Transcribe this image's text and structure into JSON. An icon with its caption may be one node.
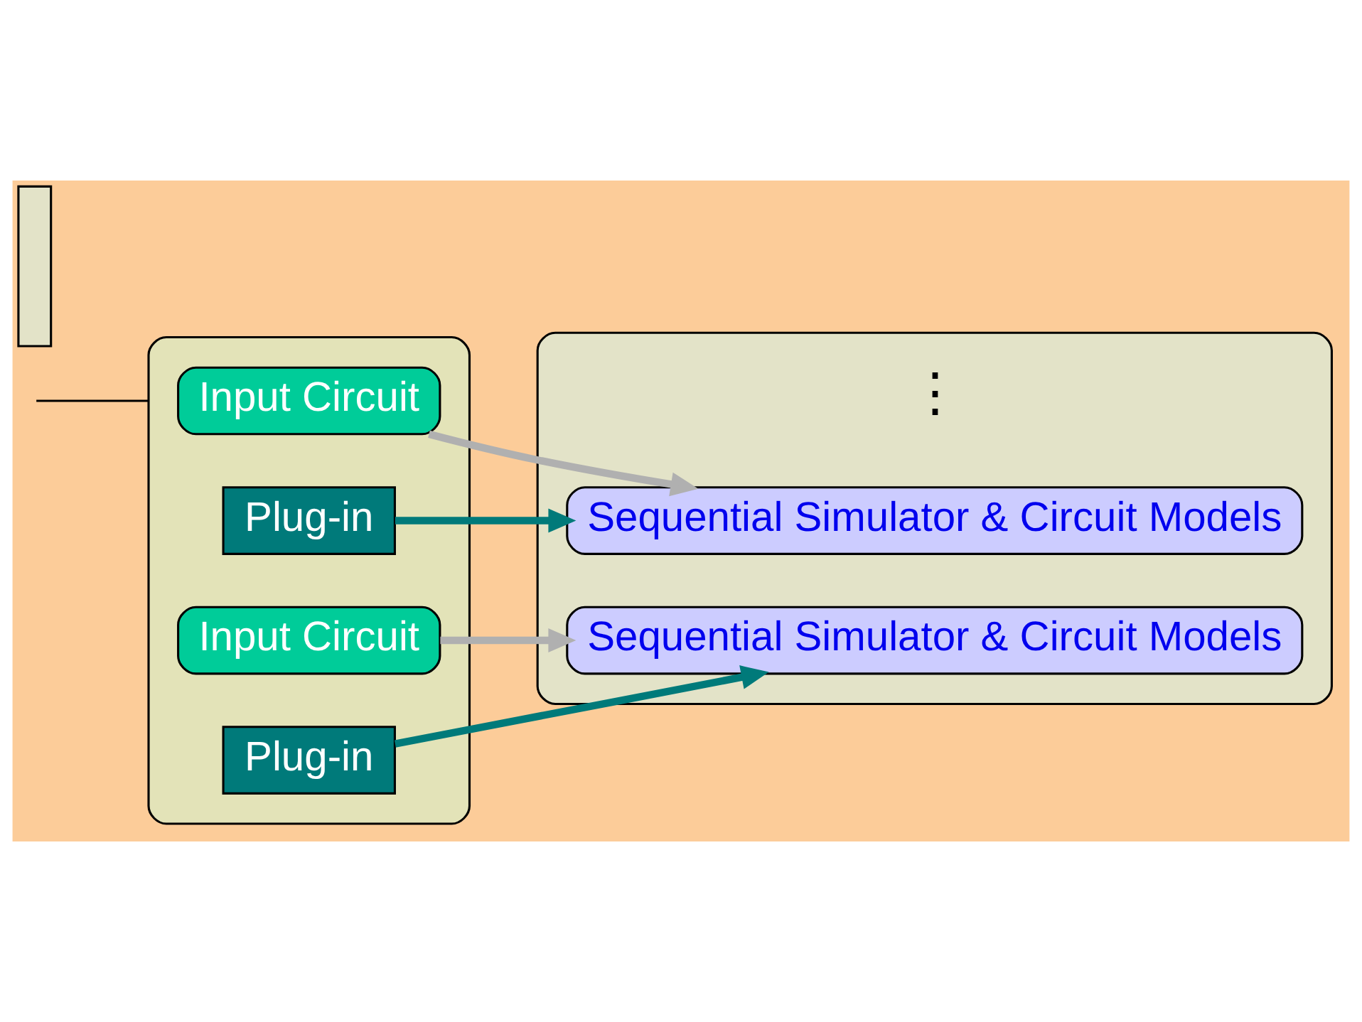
{
  "diagram": {
    "nodes": [
      {
        "text": [],
        "shape": "box"
      },
      {
        "text": [
          "Input Circuit"
        ],
        "in": 0
      },
      {
        "text": [
          "Plug-in"
        ],
        "in": 0
      },
      {
        "text": [
          "Input Circuit"
        ],
        "in": 0
      },
      {
        "text": [
          "Plug-in"
        ],
        "in": 0
      },
      {
        "text": [],
        "shape": "ellipse"
      },
      {
        "text": [
          "Sequential Simulator & Circuit Models"
        ],
        "in": 5
      },
      {
        "text": [
          "Sequential Simulator & Circuit Models"
        ],
        "in": 5
      },
      {
        "text": [],
        "shape": "box"
      }
    ],
    "edges": [
      {
        "from": 1,
        "to": 6,
        "arrow": "to",
        "color": "#b0b0b0"
      },
      {
        "from": 2,
        "to": 6,
        "arrow": "to",
        "color": "#007a7a"
      },
      {
        "from": 3,
        "to": 7,
        "arrow": "to",
        "color": "#b0b0b0"
      },
      {
        "from": 4,
        "to": 7,
        "arrow": "to",
        "color": "#007a7a"
      },
      {
        "from": null,
        "to": 0,
        "arrow": "none",
        "color": "#000000"
      }
    ],
    "labels": [
      "⋮"
    ]
  }
}
